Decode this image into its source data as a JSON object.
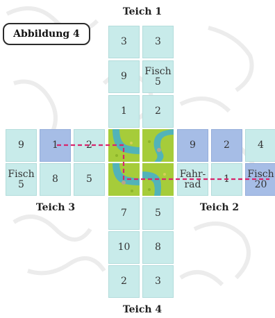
{
  "figure_label": "Abbildung 4",
  "ponds": {
    "top": "Teich 1",
    "right": "Teich 2",
    "left": "Teich 3",
    "bottom": "Teich 4"
  },
  "cards": {
    "top": [
      {
        "left": "3",
        "right": "3"
      },
      {
        "left": "9",
        "right": "Fisch 5"
      },
      {
        "left": "1",
        "right": "2"
      }
    ],
    "left": [
      {
        "a": "9",
        "b": "1",
        "c": "2"
      },
      {
        "a": "Fisch 5",
        "b": "8",
        "c": "5"
      }
    ],
    "right": [
      {
        "a": "9",
        "b": "2",
        "c": "4"
      },
      {
        "a": "Fahr-rad",
        "b": "1",
        "c": "Fisch 20"
      }
    ],
    "bottom": [
      {
        "left": "7",
        "right": "5"
      },
      {
        "left": "10",
        "right": "8"
      },
      {
        "left": "2",
        "right": "3"
      }
    ]
  },
  "colors": {
    "card": "#c8ebea",
    "card_highlight": "#a6bde6",
    "path": "#d8246c",
    "grass": "#a6cc3a",
    "water": "#52b3b8"
  }
}
